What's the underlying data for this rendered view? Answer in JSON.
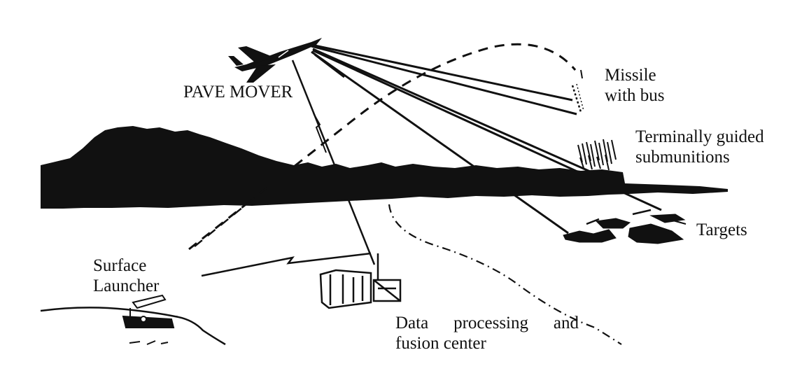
{
  "labels": {
    "pave_mover": "PAVE MOVER",
    "missile_line1": "Missile",
    "missile_line2": "with bus",
    "tgsm_line1": "Terminally guided",
    "tgsm_line2": "submunitions",
    "targets": "Targets",
    "surface_line1": "Surface",
    "surface_line2": "Launcher",
    "dpfc_line1": "Data processing and",
    "dpfc_line2": "fusion center"
  },
  "colors": {
    "ink": "#111111",
    "background": "#ffffff"
  }
}
